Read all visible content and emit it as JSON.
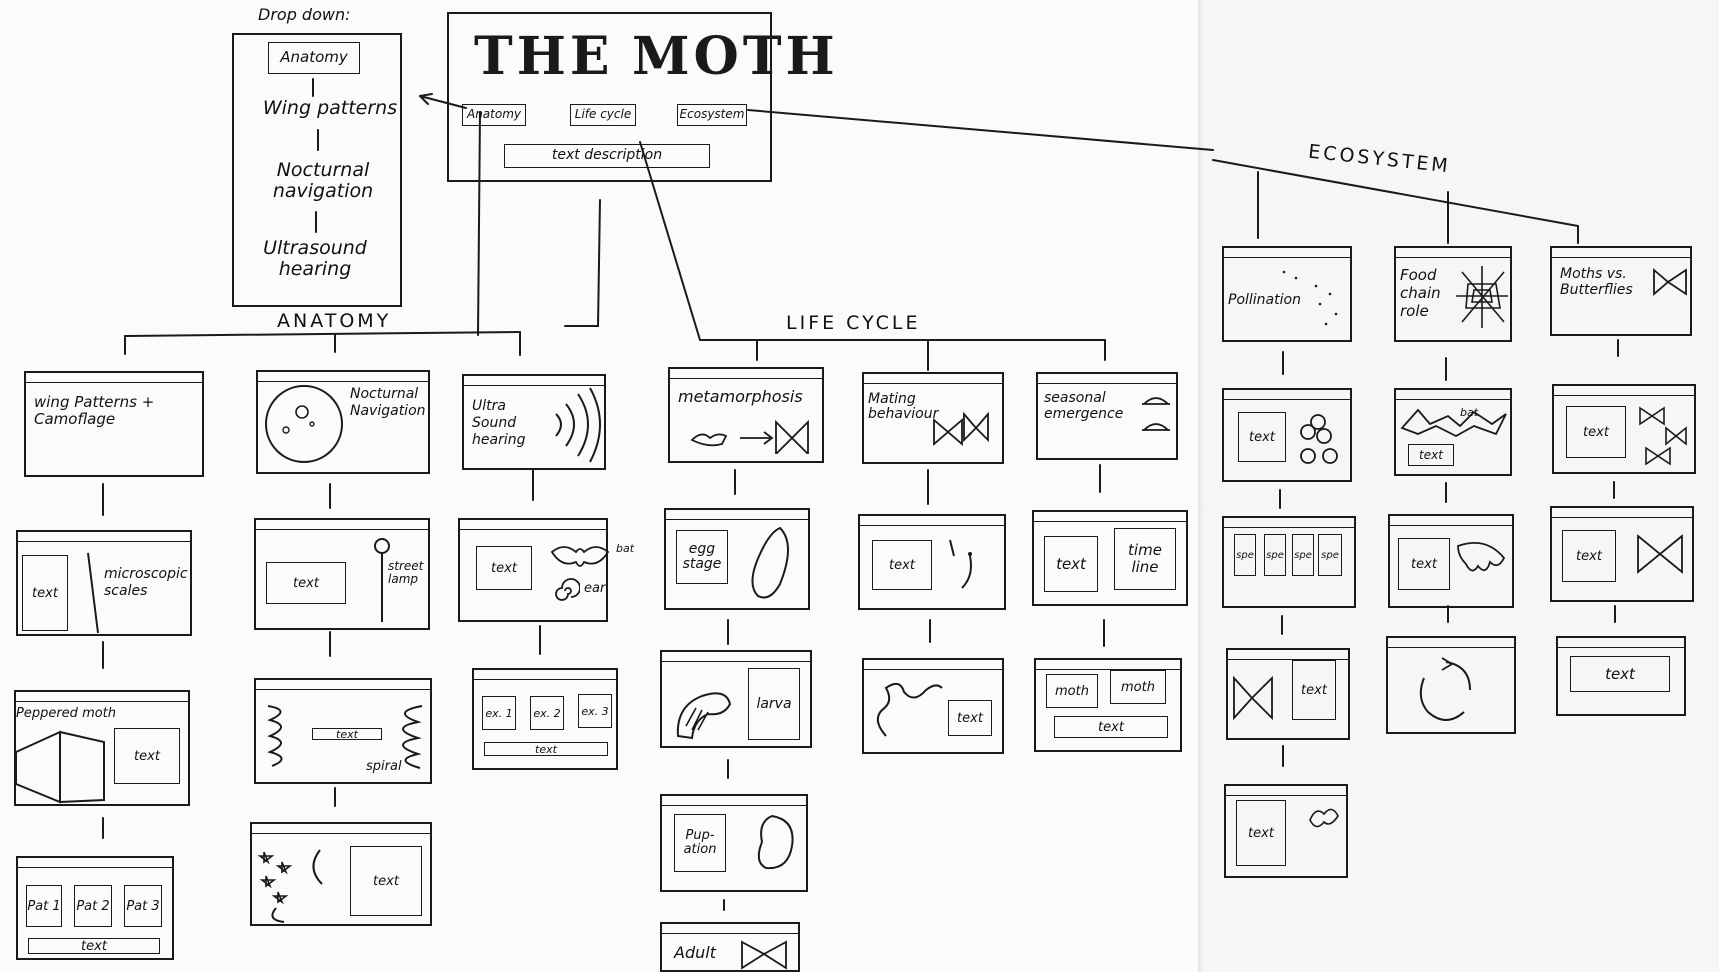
{
  "header": {
    "title_left": "THE",
    "title_right": "MOTH",
    "nav": [
      "Anatomy",
      "Life cycle",
      "Ecosystem"
    ],
    "description": "text description"
  },
  "dropdown": {
    "label": "Drop down:",
    "items": [
      "Anatomy",
      "Wing patterns",
      "Nocturnal navigation",
      "Ultrasound hearing"
    ]
  },
  "sections": {
    "anatomy": "ANATOMY",
    "life_cycle": "LIFE CYCLE",
    "ecosystem": "ECOSYSTEM"
  },
  "anatomy": {
    "wing_title": "wing Patterns + Camoflage",
    "wing_text": "text",
    "wing_scales": "microscopic scales",
    "peppered": "Peppered moth",
    "peppered_text": "text",
    "pat1": "Pat 1",
    "pat2": "Pat 2",
    "pat3": "Pat 3",
    "pat_text": "text",
    "noct_title": "Nocturnal Navigation",
    "noct_text": "text",
    "street_lamp": "street lamp",
    "spiral_text": "text",
    "spiral": "spiral",
    "stars_text": "text",
    "ultra_title": "Ultra Sound hearing",
    "ultra_text": "text",
    "bat": "bat",
    "ear": "ear",
    "ex1": "ex. 1",
    "ex2": "ex. 2",
    "ex3": "ex. 3",
    "ex_text": "text"
  },
  "life": {
    "meta_title": "metamorphosis",
    "egg": "egg stage",
    "larva": "larva",
    "pupation": "Pup- ation",
    "adult": "Adult",
    "mating_title": "Mating behaviour",
    "mating_text": "text",
    "mating_text2": "text",
    "seasonal_title": "seasonal emergence",
    "seasonal_text": "text",
    "timeline": "time line",
    "moth1": "moth",
    "moth2": "moth",
    "seasonal_text2": "text"
  },
  "eco": {
    "pollination": "Pollination",
    "poll_text": "text",
    "spe": [
      "spe",
      "spe",
      "spe",
      "spe"
    ],
    "poll_text2": "text",
    "poll_text3": "text",
    "food_title": "Food chain role",
    "food_text": "text",
    "food_bat": "bat",
    "food_text2": "text",
    "mvb_title": "Moths vs. Butterflies",
    "mvb_text": "text",
    "mvb_text2": "text",
    "mvb_text3": "text"
  }
}
